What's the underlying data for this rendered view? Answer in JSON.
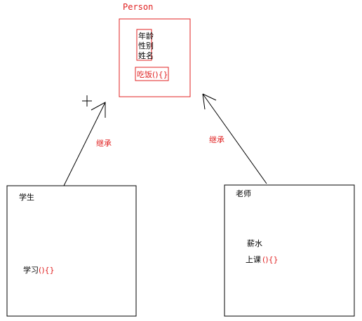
{
  "person": {
    "title": "Person",
    "fields": [
      "年龄",
      "性别",
      "姓名"
    ],
    "method": "吃饭(){}"
  },
  "student": {
    "title": "学生",
    "method_name": "学习",
    "method_suffix": "(){}"
  },
  "teacher": {
    "title": "老师",
    "field": "薪水",
    "method_name": "上课",
    "method_suffix": "(){}"
  },
  "relations": {
    "left_label": "继承",
    "right_label": "继承"
  },
  "colors": {
    "accent": "#e02020",
    "line": "#000000"
  }
}
